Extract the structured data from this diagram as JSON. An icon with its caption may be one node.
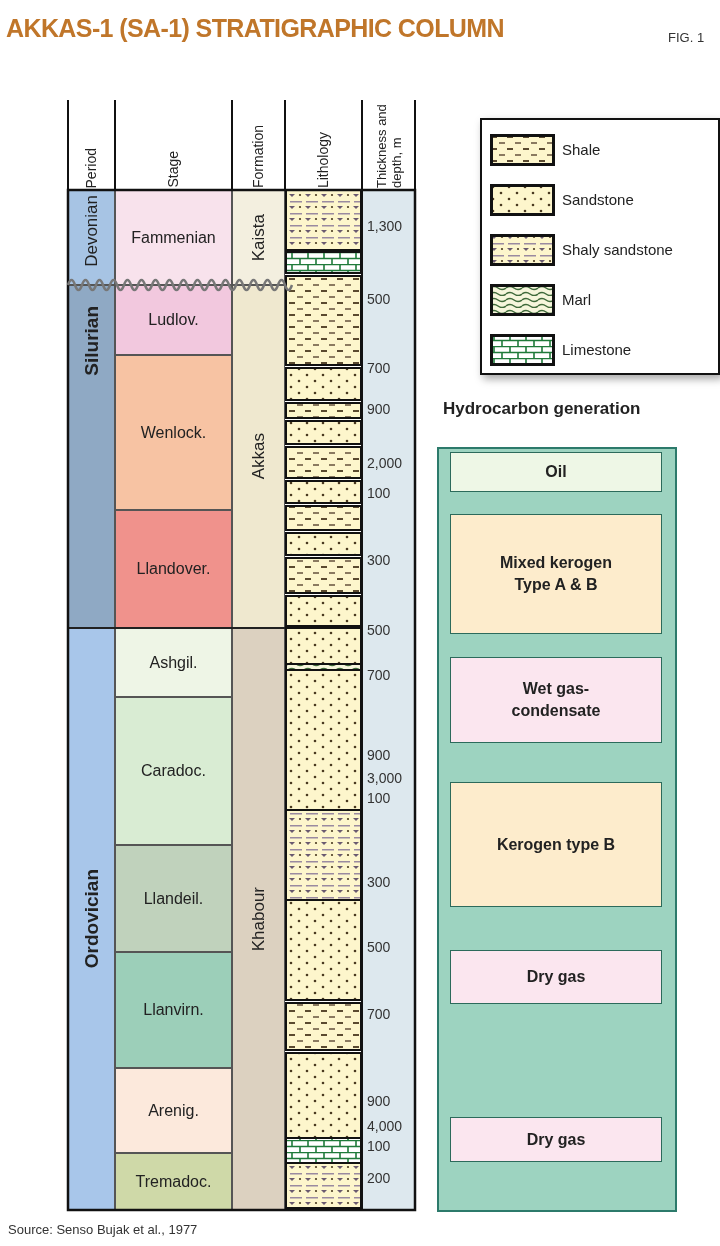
{
  "diagram": {
    "title": "AKKAS-1 (SA-1) STRATIGRAPHIC COLUMN",
    "caption": "Source: Senso Bujak et al., 1977",
    "nodes": [
      {
        "text": [
          "Devonian"
        ]
      },
      {
        "text": [
          "Silurian"
        ]
      },
      {
        "text": [
          "Ordovician"
        ]
      },
      {
        "text": [
          "Fammenian"
        ]
      },
      {
        "text": [
          "Ludlov."
        ]
      },
      {
        "text": [
          "Wenlock."
        ]
      },
      {
        "text": [
          "Llandover."
        ]
      },
      {
        "text": [
          "Ashgil."
        ]
      },
      {
        "text": [
          "Caradoc."
        ]
      },
      {
        "text": [
          "Llandeil."
        ]
      },
      {
        "text": [
          "Llanvirn."
        ]
      },
      {
        "text": [
          "Arenig."
        ]
      },
      {
        "text": [
          "Tremadoc."
        ]
      },
      {
        "text": [
          "Kaista"
        ]
      },
      {
        "text": [
          "Akkas"
        ]
      },
      {
        "text": [
          "Khabour"
        ]
      },
      {
        "text": [
          "Hydrocarbon generation"
        ]
      },
      {
        "text": [
          "Oil"
        ],
        "in": 16
      },
      {
        "text": [
          "Mixed kerogen Type A & B"
        ],
        "in": 16
      },
      {
        "text": [
          "Wet gas-condensate"
        ],
        "in": 16
      },
      {
        "text": [
          "Kerogen type B"
        ],
        "in": 16
      },
      {
        "text": [
          "Dry gas"
        ],
        "in": 16
      },
      {
        "text": [
          "Dry gas"
        ],
        "in": 16
      }
    ],
    "edges": [],
    "labels": [
      "FIG. 1",
      "Period",
      "Stage",
      "Formation",
      "Lithology",
      "Thickness and depth, m",
      "1,300",
      "500",
      "700",
      "900",
      "2,000",
      "100",
      "300",
      "500",
      "700",
      "900",
      "3,000",
      "100",
      "300",
      "500",
      "700",
      "900",
      "4,000",
      "100",
      "200"
    ],
    "legend": [
      {
        "text": "Shale"
      },
      {
        "text": "Sandstone"
      },
      {
        "text": "Shaly sandstone"
      },
      {
        "text": "Marl"
      },
      {
        "text": "Limestone"
      }
    ]
  }
}
